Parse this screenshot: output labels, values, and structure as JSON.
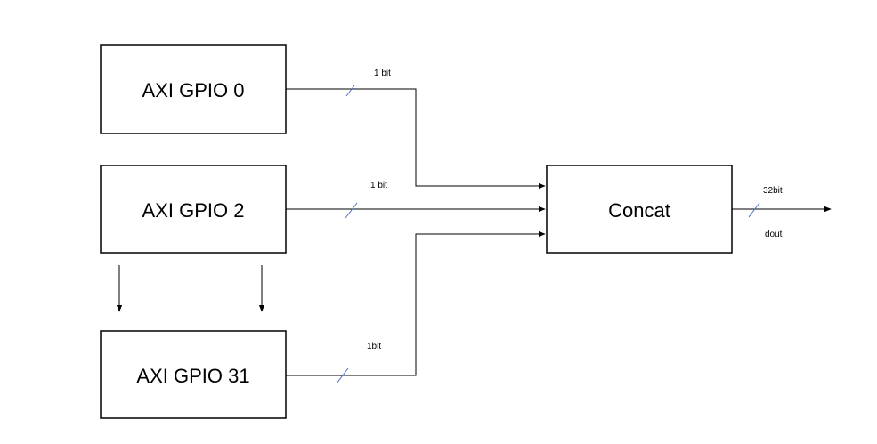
{
  "blocks": {
    "gpio0": "AXI GPIO 0",
    "gpio2": "AXI GPIO 2",
    "gpio31": "AXI GPIO 31",
    "concat": "Concat"
  },
  "wires": {
    "gpio0_width": "1 bit",
    "gpio2_width": "1 bit",
    "gpio31_width": "1bit",
    "output_width": "32bit",
    "output_name": "dout"
  },
  "colors": {
    "line": "#000000",
    "bus_slash": "#4472c4"
  }
}
